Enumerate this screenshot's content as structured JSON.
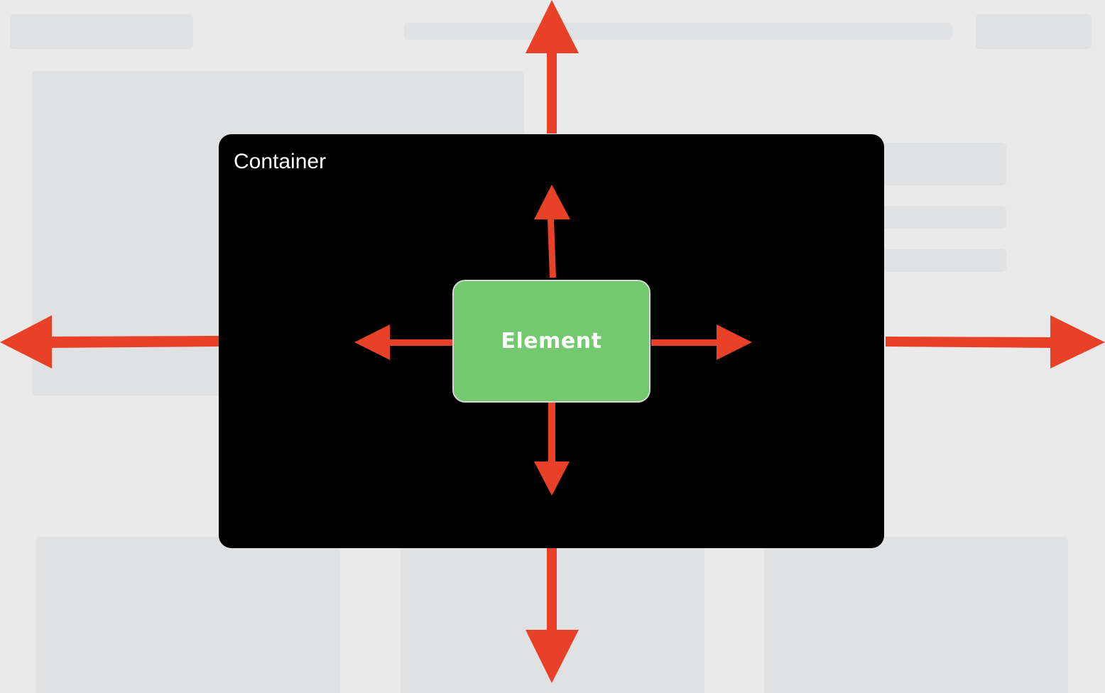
{
  "diagram": {
    "container": {
      "label": "Container",
      "background": "#000000"
    },
    "element": {
      "label": "Element",
      "background": "#74c96f"
    },
    "arrow_color": "#e84127",
    "arrows": {
      "outer": [
        "up",
        "down",
        "left",
        "right"
      ],
      "inner": [
        "up",
        "down",
        "left",
        "right"
      ]
    },
    "placeholder_color": "#e0e1e3",
    "background_color": "#eaeaea"
  }
}
